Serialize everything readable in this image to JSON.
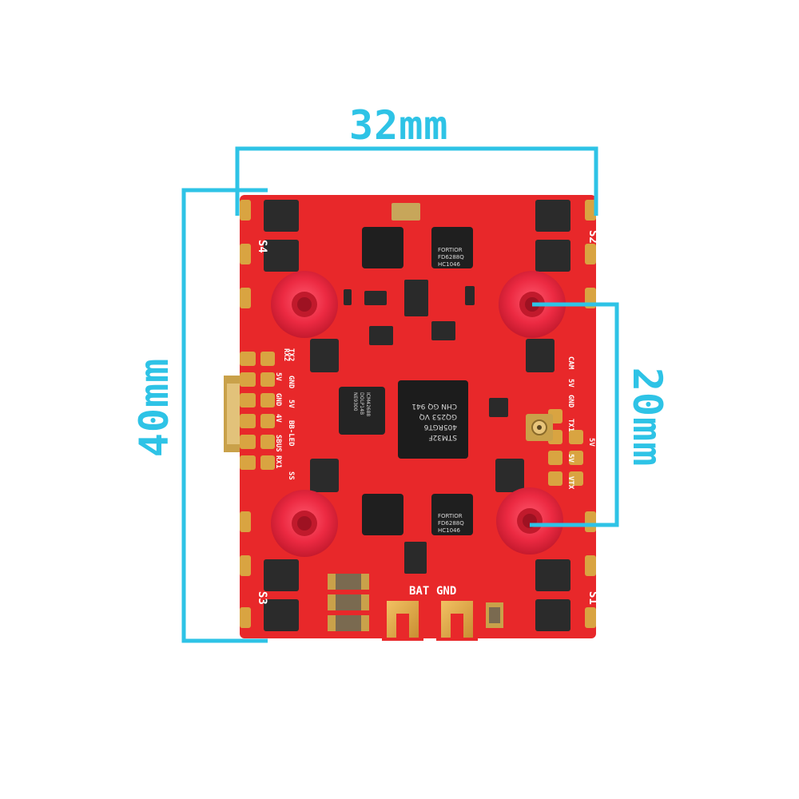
{
  "dimensions": {
    "width_label": "32mm",
    "height_label": "40mm",
    "mount_label": "20mm",
    "line_color": "#2ec3e6"
  },
  "board": {
    "pcb_color": "#e8282a",
    "pad_color": "#d9a441",
    "grommet_color": "#e81f37",
    "motor_labels": {
      "s1": "S1",
      "s2": "S2",
      "s3": "S3",
      "s4": "S4"
    },
    "power_labels": {
      "bat": "BAT",
      "gnd": "GND"
    },
    "left_pads": [
      "TX2",
      "GND",
      "5V",
      "BB-LED",
      "SS"
    ],
    "left_pads_lower": [
      "RX2",
      "5V",
      "GND",
      "4V",
      "SBUS",
      "RX1"
    ],
    "right_pads": [
      "CAM",
      "5V",
      "GND",
      "TX1"
    ],
    "right_pads_lower": [
      "5V",
      "5V",
      "VTX"
    ],
    "mcu_text": [
      "STM32F",
      "405RGT6",
      "GQ253 VQ",
      "CHN GQ 941"
    ],
    "esc_chip_text": [
      "FORTIOR",
      "FD6288Q",
      "HC1046"
    ],
    "imu_text": [
      "ICM42688",
      "DOLP14B",
      "NE9300"
    ]
  }
}
